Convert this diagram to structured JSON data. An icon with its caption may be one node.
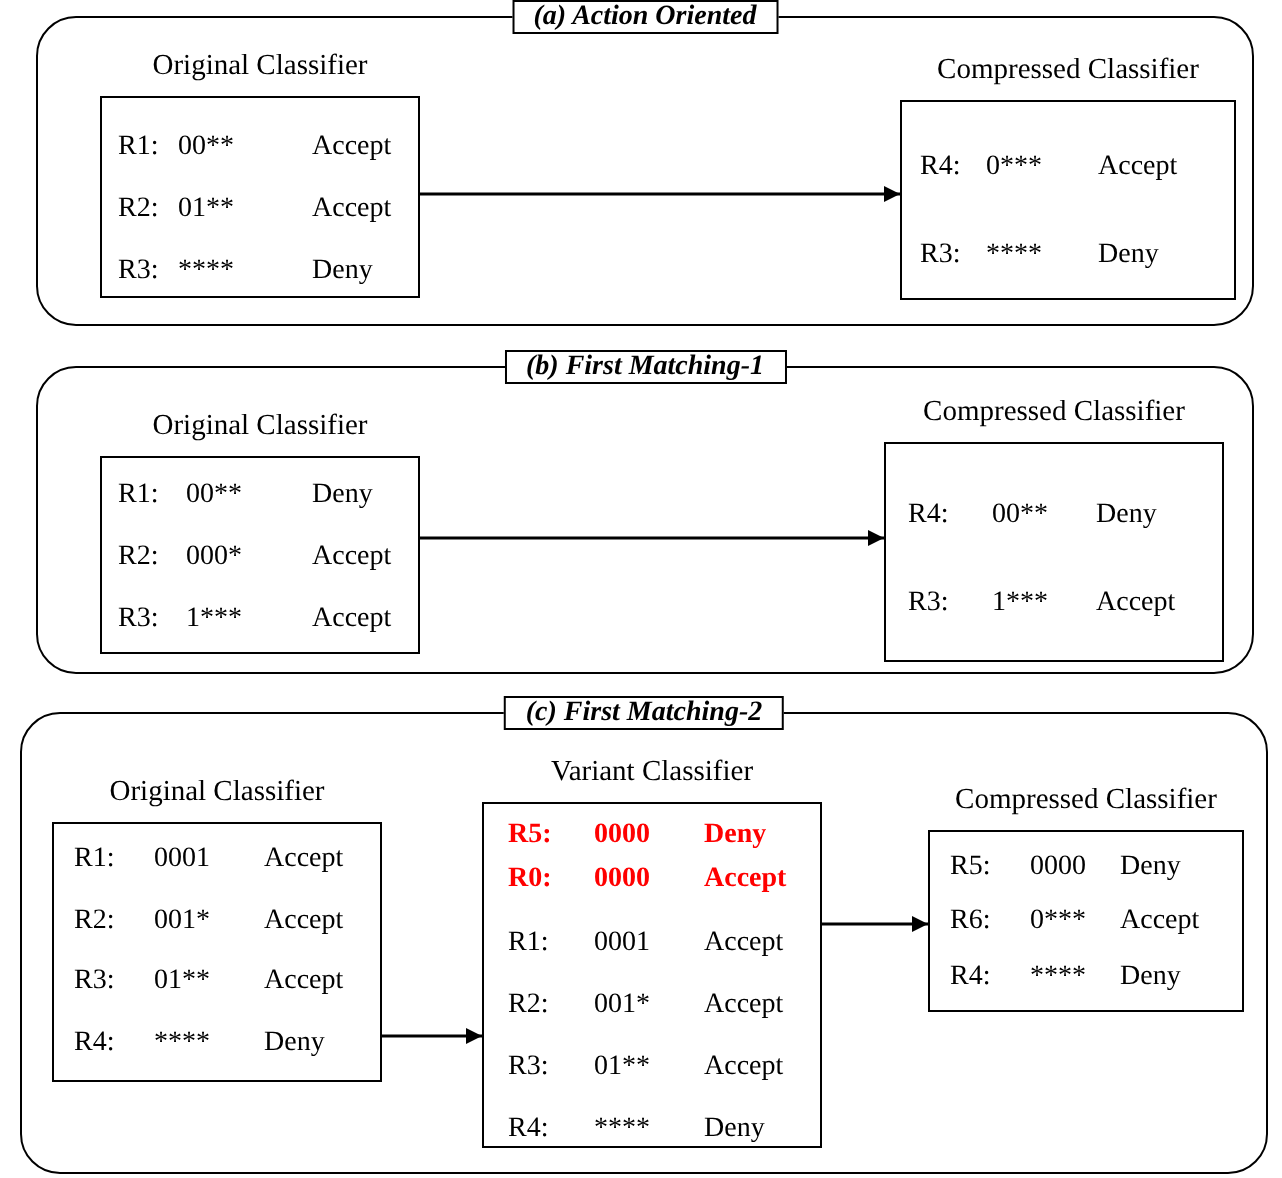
{
  "diagram": {
    "nodes": [
      {
        "text": [
          "(a) Action Oriented"
        ]
      },
      {
        "text": [
          "Original Classifier",
          "R1:",
          "00**",
          "Accept",
          "R2:",
          "01**",
          "Accept",
          "R3:",
          "****",
          "Deny"
        ],
        "in": 0
      },
      {
        "text": [
          "Compressed Classifier",
          "R4:",
          "0***",
          "Accept",
          "R3:",
          "****",
          "Deny"
        ],
        "in": 0
      },
      {
        "text": [
          "(b) First Matching-1"
        ]
      },
      {
        "text": [
          "Original Classifier",
          "R1:",
          "00**",
          "Deny",
          "R2:",
          "000*",
          "Accept",
          "R3:",
          "1***",
          "Accept"
        ],
        "in": 3
      },
      {
        "text": [
          "Compressed Classifier",
          "R4:",
          "00**",
          "Deny",
          "R3:",
          "1***",
          "Accept"
        ],
        "in": 3
      },
      {
        "text": [
          "(c) First Matching-2"
        ]
      },
      {
        "text": [
          "Original Classifier",
          "R1:",
          "0001",
          "Accept",
          "R2:",
          "001*",
          "Accept",
          "R3:",
          "01**",
          "Accept",
          "R4:",
          "****",
          "Deny"
        ],
        "in": 6
      },
      {
        "text": [
          "Variant Classifier",
          "R5:",
          "0000",
          "Deny",
          "R0:",
          "0000",
          "Accept",
          "R1:",
          "0001",
          "Accept",
          "R2:",
          "001*",
          "Accept",
          "R3:",
          "01**",
          "Accept",
          "R4:",
          "****",
          "Deny"
        ],
        "in": 6
      },
      {
        "text": [
          "Compressed Classifier",
          "R5:",
          "0000",
          "Deny",
          "R6:",
          "0***",
          "Accept",
          "R4:",
          "****",
          "Deny"
        ],
        "in": 6
      }
    ],
    "edges": [
      {
        "from": 1,
        "to": 2,
        "arrow": "to"
      },
      {
        "from": 4,
        "to": 5,
        "arrow": "to"
      },
      {
        "from": 7,
        "to": 8,
        "arrow": "to"
      },
      {
        "from": 8,
        "to": 9,
        "arrow": "to"
      }
    ]
  }
}
